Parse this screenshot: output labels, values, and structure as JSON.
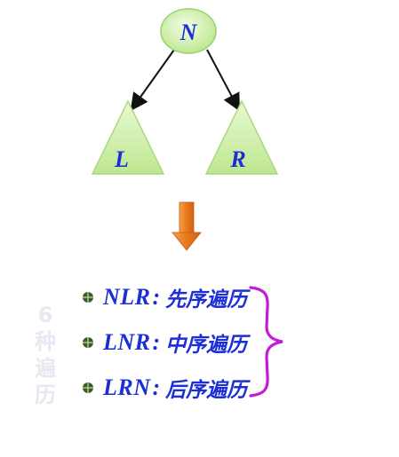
{
  "diagram": {
    "root_label": "N",
    "left_label": "L",
    "right_label": "R"
  },
  "traversals": [
    {
      "code": "NLR",
      "sep": ":",
      "name": "先序遍历"
    },
    {
      "code": "LNR",
      "sep": ":",
      "name": "中序遍历"
    },
    {
      "code": "LRN",
      "sep": ":",
      "name": "后序遍历"
    }
  ],
  "watermark": [
    "6",
    "种",
    "遍",
    "历"
  ],
  "colors": {
    "node_fill": "#c9eea0",
    "node_stroke": "#9ccf6a",
    "label_text": "#1c2fd6",
    "arrow_orange": "#e8781c",
    "brace": "#c51bd6"
  }
}
